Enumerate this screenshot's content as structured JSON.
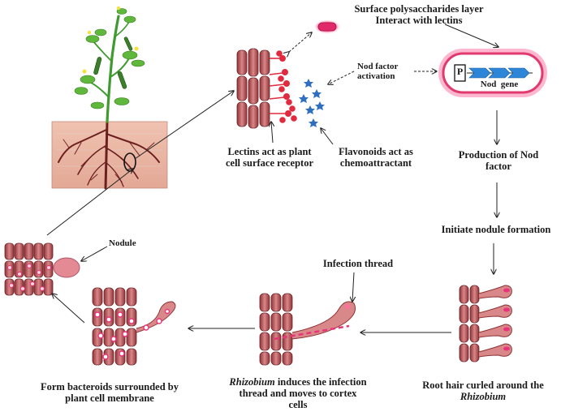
{
  "labels": {
    "surface": "Surface polysaccharides layer Interact with lectins",
    "nod_factor_activation": "Nod factor activation",
    "p": "P",
    "nod_gene": "Nod  gene",
    "lectins": "Lectins act as plant cell surface receptor",
    "flavonoids": "Flavonoids act as chemoattractant",
    "production": "Production of Nod factor",
    "initiate": "Initiate nodule formation",
    "nodule": "Nodule",
    "infection_thread": "Infection thread",
    "root_hair_line1": "Root hair curled around the",
    "root_hair_line2": "Rhizobium",
    "rhizobium_word": "Rhizobium",
    "rhizobium_rest": "induces the infection thread and moves to cortex cells",
    "bacteroids": "Form bacteroids surrounded by plant cell membrane"
  },
  "colors": {
    "cell_fill": "#c46b6e",
    "cell_dark": "#7a2a2e",
    "bacteria": "#e8347a",
    "flavonoid": "#2f6fc0",
    "soil": "#e9b3a0",
    "root": "#6b1f1f",
    "stem": "#3f9a2f",
    "gene": "#2e86d8"
  }
}
